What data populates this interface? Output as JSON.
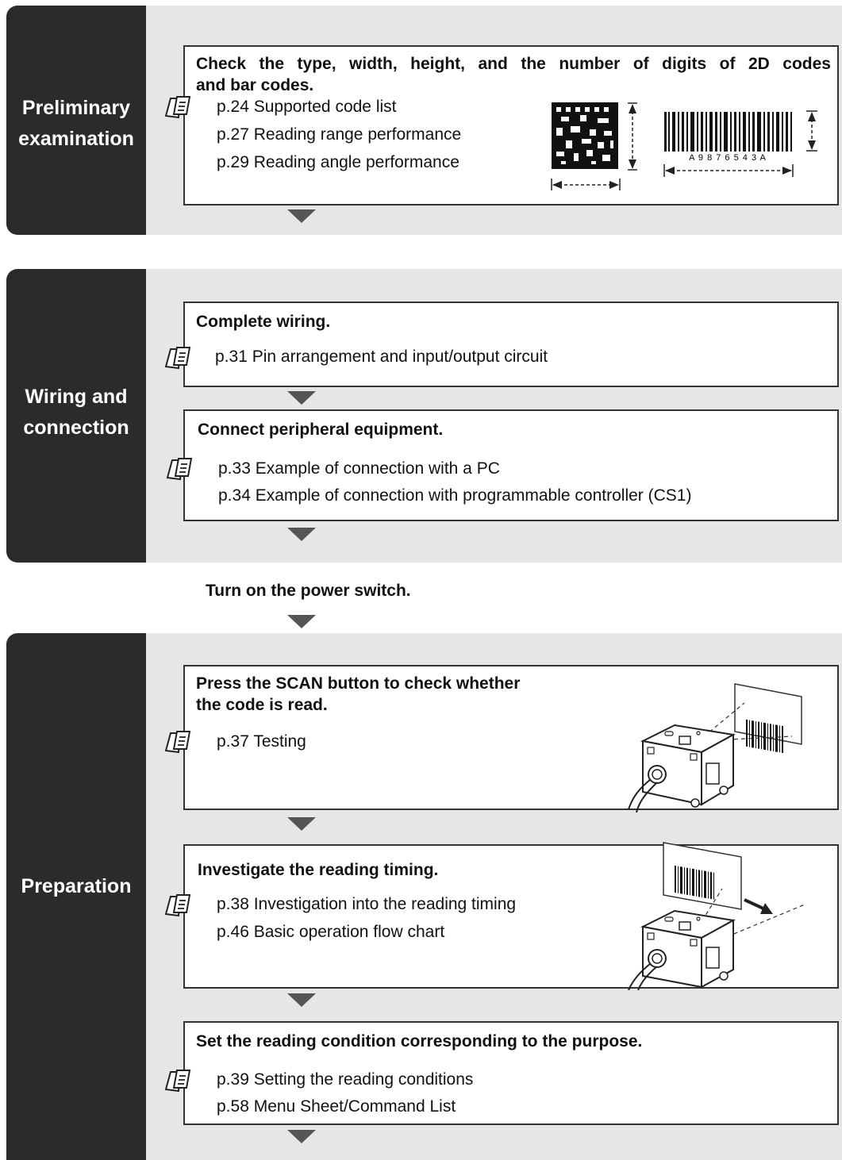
{
  "sections": {
    "preliminary": {
      "label_line1": "Preliminary",
      "label_line2": "examination",
      "box_title_line1": "Check the type, width, height, and the number of digits of 2D codes",
      "box_title_line2": "and bar codes.",
      "refs": [
        "p.24 Supported code list",
        "p.27 Reading range performance",
        "p.29 Reading angle performance"
      ],
      "barcode_text": "A 9 8 7 6 5 4 3 A"
    },
    "wiring": {
      "label_line1": "Wiring and",
      "label_line2": "connection",
      "box1_title": "Complete wiring.",
      "box1_refs": [
        "p.31 Pin arrangement and input/output circuit"
      ],
      "box2_title": "Connect peripheral equipment.",
      "box2_refs": [
        "p.33 Example of connection with a PC",
        "p.34 Example of connection with programmable controller (CS1)"
      ]
    },
    "power": {
      "text": "Turn on the power switch."
    },
    "preparation": {
      "label": "Preparation",
      "box1_title_line1": "Press the SCAN button to check whether",
      "box1_title_line2": "the code is read.",
      "box1_refs": [
        "p.37 Testing"
      ],
      "box2_title": "Investigate the reading timing.",
      "box2_refs": [
        "p.38 Investigation into the reading timing",
        "p.46 Basic operation flow chart"
      ],
      "box3_title": "Set the reading condition corresponding to the purpose.",
      "box3_refs": [
        "p.39 Setting the reading conditions",
        "p.58 Menu Sheet/Command List"
      ]
    }
  },
  "icons": [
    "book-icon",
    "datamatrix-icon",
    "barcode-icon",
    "scanner-icon",
    "arrow-down-icon"
  ],
  "colors": {
    "tab": "#2b2b2b",
    "panel": "#e6e6e6",
    "arrow": "#555555"
  }
}
